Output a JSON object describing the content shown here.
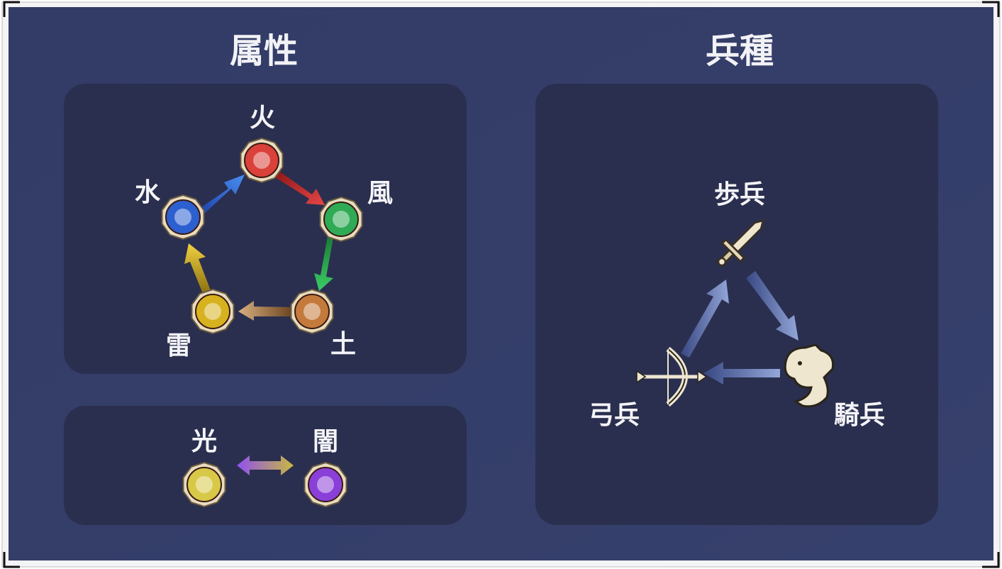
{
  "sections": {
    "attribute": {
      "title": "属性",
      "elements": [
        {
          "label": "火",
          "icon": "fire-icon",
          "color": "#d9413a"
        },
        {
          "label": "風",
          "icon": "wind-icon",
          "color": "#2faa55"
        },
        {
          "label": "土",
          "icon": "earth-icon",
          "color": "#c47a3c"
        },
        {
          "label": "雷",
          "icon": "thunder-icon",
          "color": "#d7b21e"
        },
        {
          "label": "水",
          "icon": "water-icon",
          "color": "#2c5fd0"
        }
      ],
      "light_dark": [
        {
          "label": "光",
          "icon": "light-icon",
          "color": "#d8c848"
        },
        {
          "label": "闇",
          "icon": "dark-icon",
          "color": "#8a3fd8"
        }
      ]
    },
    "unit_type": {
      "title": "兵種",
      "units": [
        {
          "label": "歩兵",
          "icon": "sword-icon"
        },
        {
          "label": "騎兵",
          "icon": "horse-icon"
        },
        {
          "label": "弓兵",
          "icon": "bow-icon"
        }
      ]
    }
  }
}
